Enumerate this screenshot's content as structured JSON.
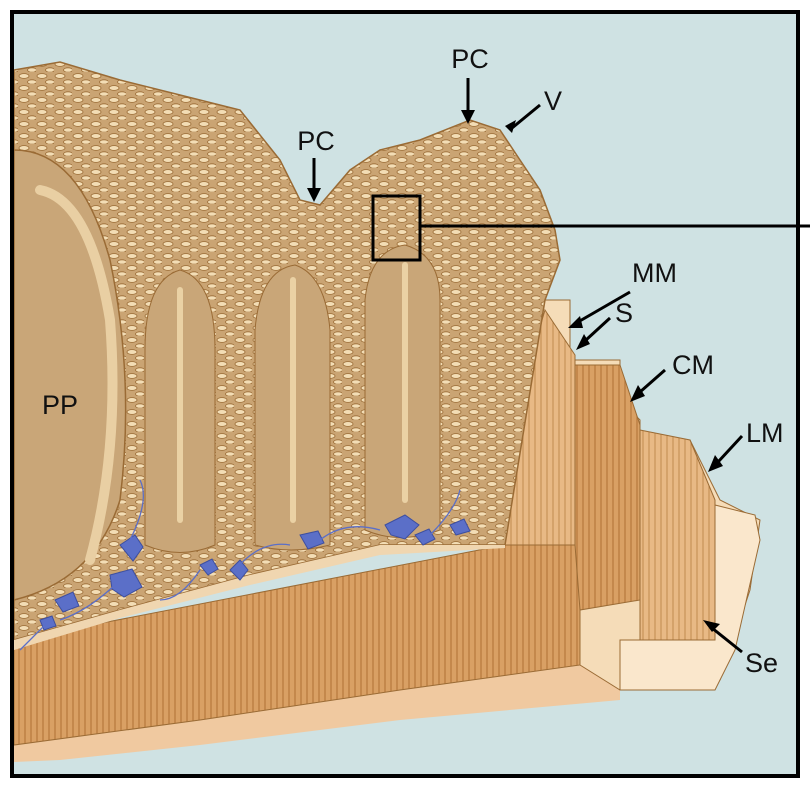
{
  "colors": {
    "background": "#cfe2e3",
    "frame": "#000000",
    "lamina_propria": "#c9a678",
    "villus_light": "#f1d9b0",
    "villus_outline": "#9a6b35",
    "muscle_band": "#d49a5c",
    "muscle_light": "#f5dcb8",
    "neurons": "#5b6fc8",
    "arrow": "#000000"
  },
  "labels": {
    "pc_top": "PC",
    "pc_left": "PC",
    "v": "V",
    "mm": "MM",
    "s": "S",
    "cm": "CM",
    "lm": "LM",
    "se": "Se",
    "pp": "PP"
  }
}
